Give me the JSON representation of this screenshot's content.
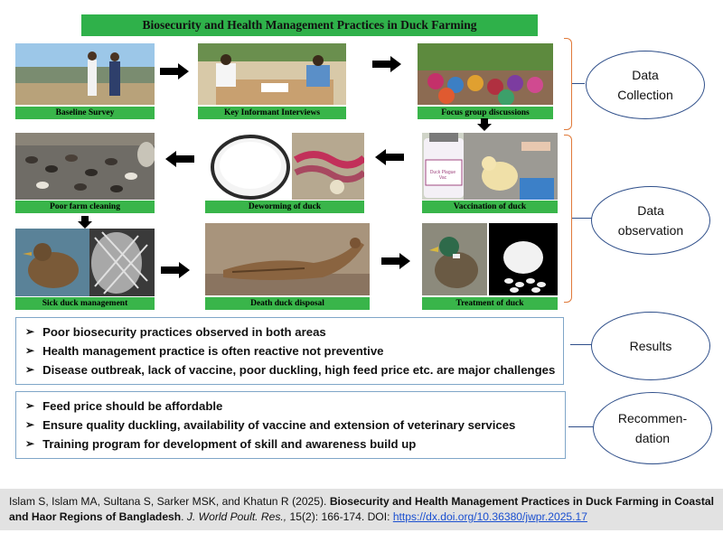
{
  "title": "Biosecurity and Health Management Practices in Duck Farming",
  "row1": {
    "captions": [
      "Baseline Survey",
      "Key Informant Interviews",
      "Focus group discussions"
    ]
  },
  "row2": {
    "captions": [
      "Poor farm cleaning",
      "Deworming of duck",
      "Vaccination of duck"
    ],
    "vaccine_label": "Duck Plague Vac"
  },
  "row3": {
    "captions": [
      "Sick duck management",
      "Death duck disposal",
      "Treatment of duck"
    ]
  },
  "stages": {
    "collection": [
      "Data",
      "Collection"
    ],
    "observation": [
      "Data",
      "observation"
    ],
    "results": "Results",
    "recommendation": [
      "Recommen-",
      "dation"
    ]
  },
  "results": [
    "Poor biosecurity practices observed in both areas",
    "Health management practice is often reactive not preventive",
    "Disease outbreak, lack of vaccine, poor duckling, high feed price etc.  are major challenges"
  ],
  "recommendations": [
    "Feed price should be affordable",
    "Ensure quality duckling, availability of vaccine and extension of veterinary services",
    "Training program for development of skill and awareness build up"
  ],
  "citation": {
    "authors": "Islam S, Islam MA, Sultana S, Sarker MSK, and Khatun R (2025).",
    "article": "Biosecurity and Health Management Practices in Duck Farming in Coastal and Haor Regions of Bangladesh",
    "journal": "J. World Poult. Res.,",
    "volume": "15(2): 166-174. DOI:",
    "doi": "https://dx.doi.org/10.36380/jwpr.2025.17"
  },
  "colors": {
    "caption_green": "#39b54a",
    "title_green": "#2fb14a",
    "bracket": "#e07a3a",
    "ellipse": "#2f4f8a",
    "box_border": "#7fa6c8",
    "link": "#1a4fd0"
  }
}
